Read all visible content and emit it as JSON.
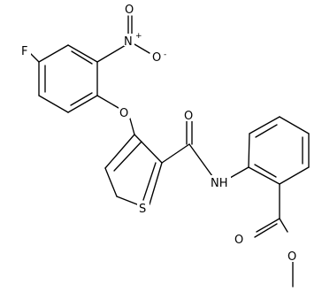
{
  "molecule": {
    "atoms": {
      "fluorine": "F",
      "nitro_nitrogen": "N",
      "nitro_charge_pos": "+",
      "nitro_oxygen_top": "O",
      "nitro_oxygen_right": "O",
      "nitro_charge_neg": "-",
      "ether_oxygen": "O",
      "amide_oxygen": "O",
      "amide_nh": "NH",
      "thiophene_sulfur": "S",
      "ester_carbonyl_oxygen": "O",
      "ester_ether_oxygen": "O"
    }
  }
}
